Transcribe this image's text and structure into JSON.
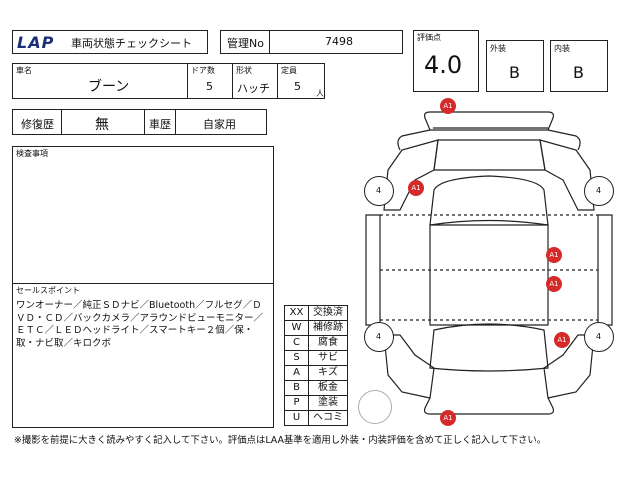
{
  "header": {
    "logo_text": "LAP",
    "title": "車両状態チェックシート",
    "mgmt_label": "管理No",
    "mgmt_value": "7498"
  },
  "score": {
    "label": "評価点",
    "value": "4.0"
  },
  "exterior": {
    "label": "外装",
    "value": "B"
  },
  "interior": {
    "label": "内装",
    "value": "B"
  },
  "vehicle": {
    "name_label": "車名",
    "name_value": "ブーン",
    "doors_label": "ドア数",
    "doors_value": "5",
    "shape_label": "形状",
    "shape_value": "ハッチ",
    "capacity_label": "定員",
    "capacity_value": "5",
    "capacity_unit": "人"
  },
  "history": {
    "repair_label": "修復歴",
    "repair_value": "無",
    "usage_label": "車歴",
    "usage_value": "自家用"
  },
  "inspection": {
    "label": "検査事項"
  },
  "sales": {
    "label": "セールスポイント",
    "text": "ワンオーナー／純正ＳＤナビ／Bluetooth／フルセグ／ＤＶＤ・ＣＤ／バックカメラ／アラウンドビューモニター／ＥＴＣ／ＬＥＤヘッドライト／スマートキー２個／保・取・ナビ取／キロクボ"
  },
  "legend": [
    {
      "code": "XX",
      "meaning": "交換済"
    },
    {
      "code": "W",
      "meaning": "補修跡"
    },
    {
      "code": "C",
      "meaning": "腐食"
    },
    {
      "code": "S",
      "meaning": "サビ"
    },
    {
      "code": "A",
      "meaning": "キズ"
    },
    {
      "code": "B",
      "meaning": "板金"
    },
    {
      "code": "P",
      "meaning": "塗装"
    },
    {
      "code": "U",
      "meaning": "ヘコミ"
    }
  ],
  "diagram": {
    "marks": [
      "A1",
      "A1",
      "A1",
      "A1",
      "A1",
      "A1"
    ],
    "tires": [
      "4",
      "4",
      "4",
      "4"
    ],
    "colors": {
      "mark": "#d42a2a",
      "line": "#222222"
    }
  },
  "footer": {
    "note": "※撮影を前提に大きく読みやすく記入して下さい。評価点はLAA基準を適用し外装・内装評価を含めて正しく記入して下さい。"
  }
}
